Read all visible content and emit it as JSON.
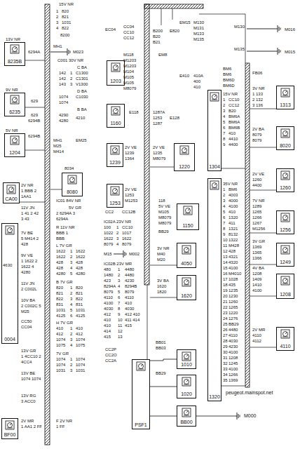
{
  "diagram": {
    "nodes": [
      {
        "text": [
          "8235B"
        ]
      },
      {
        "text": [
          "6235"
        ]
      },
      {
        "text": [
          "1204"
        ]
      },
      {
        "text": [
          "CA00"
        ]
      },
      {
        "text": [
          "0004"
        ]
      },
      {
        "text": [
          "BF00"
        ]
      },
      {
        "text": [
          "8080"
        ]
      },
      {
        "text": [
          "1203"
        ]
      },
      {
        "text": [
          "1160"
        ]
      },
      {
        "text": [
          "1239"
        ]
      },
      {
        "text": [
          "1253"
        ]
      },
      {
        "text": [
          "1220"
        ]
      },
      {
        "text": [
          "1150"
        ]
      },
      {
        "text": [
          "4050"
        ]
      },
      {
        "text": [
          "1620"
        ]
      },
      {
        "text": [
          "1010"
        ]
      },
      {
        "text": [
          "1020"
        ]
      },
      {
        "text": [
          "BB00"
        ]
      },
      {
        "text": [
          "PSF1"
        ]
      },
      {
        "text": [
          "1304"
        ]
      },
      {
        "text": [
          "1320"
        ]
      },
      {
        "text": [
          "1313"
        ]
      },
      {
        "text": [
          "8020"
        ]
      },
      {
        "text": [
          "1260"
        ]
      },
      {
        "text": [
          "1256"
        ]
      },
      {
        "text": [
          "1249"
        ]
      },
      {
        "text": [
          "1208"
        ]
      },
      {
        "text": [
          "4110"
        ]
      },
      {
        "text": [
          "M000"
        ]
      }
    ],
    "edges": [
      {
        "from": 15,
        "to": 18,
        "arrow": "none"
      },
      {
        "from": 16,
        "to": 18,
        "arrow": "none"
      },
      {
        "from": 17,
        "to": 18,
        "arrow": "none"
      },
      {
        "from": 17,
        "to": 28,
        "arrow": "none"
      }
    ],
    "labels": [
      "15V NR",
      "1 2 3 4",
      "820 821 1031 822",
      "8200",
      "MH1",
      "M023",
      "13V NR",
      "6294A",
      "C001 30V NR",
      "C BA",
      "142 142 143",
      "1 2 3",
      "C1300 C1301 V1300",
      "D BA",
      "1074 1074",
      "C1030",
      "B BA",
      "4290 4280",
      "4210",
      "9V NR",
      "629",
      "629",
      "6294B",
      "5V NR",
      "6294B",
      "MH1",
      "EM25",
      "M25",
      "M414",
      "8034",
      "2V NR",
      "1 BBB 2 1AA1",
      "11V JN",
      "1 41 2 42 3 43",
      "7V BE",
      "5 M414 2 428",
      "4630",
      "9V VE",
      "1 1622 2 1622 4 4280",
      "11V JN",
      "2 C002L",
      "10V BA",
      "2 C002C 5 M25",
      "CC50",
      "CC04",
      "13V GR",
      "1 4CC10 2 4CC4",
      "13V BE",
      "1074 1074",
      "13V RG",
      "3 ACC0",
      "2V MR",
      "1 AA1 2 FF",
      "IC01 84V NR",
      "5V GR",
      "2 6294A 3 6294A",
      "R 11V NR",
      "BBB 1 BBB",
      "L 7V GR",
      "1622 1622 428 428 4280",
      "1 2 3 4 5",
      "B 7V GR",
      "820 821 822 831 1031 4125",
      "1 2 3 4 5 6",
      "H 7V GR",
      "410 412 1074 1075",
      "1 2 3 4",
      "7V GR",
      "1074 1074 1031",
      "1 2 3",
      "F 2V NR",
      "1 FF",
      "1622 1622 428 428 4280",
      "820 821 822 831 1031 4125",
      "410 412 1074 1075",
      "1074 1074 1031",
      "EC04",
      "CC04 CC10 CC12",
      "B200",
      "E820",
      "B20",
      "B21",
      "M118 M1203 M1203 M104 M105 M105 M8079",
      "EM8",
      "E118",
      "1287A 1253 1287",
      "E128",
      "2V VE",
      "1239 1364",
      "2V VE",
      "1253 M1253",
      "CC2",
      "CC12B",
      "IC02A 23V NR",
      "100 1022 1622 8079",
      "1 2 3 4",
      "CC10 1017 1622 8079",
      "M15",
      "M002",
      "IC02B 23V MR",
      "480 1480 423 8294A 8079 4110 4100 4030 412 410 410 414 415",
      "1 2 3 4 5 6 7 8 9 10 11 12 13",
      "4480 4480 4230 8294B 8079 4110 410 4030 412 410 411 414 415",
      "CC2P CC2O CC2A",
      "BB01",
      "BB03",
      "BB29",
      "118",
      "5V VE",
      "M105 M8079 M8079",
      "BB29",
      "3V NR",
      "M40 M20",
      "3V BA",
      "1620 1820",
      "2V VE",
      "1235 M8079",
      "EM15",
      "M130 M131 M133 M135",
      "M130",
      "M016",
      "M135",
      "M015",
      "E410",
      "410A 400 410",
      "BM6 BM6 BM6D BM6D",
      "FB06",
      "15V NR",
      "1 2 3 4 5 6 7 8 9",
      "CC10 CC12 B20 BM6A BM6A BM6B 410 4410 4400",
      "3V NR",
      "1 133 2 132 3 136",
      "2V BA",
      "8079 8079",
      "2V VE",
      "1260 4400",
      "7V NR",
      "1289 1265 1266 1267 M1256",
      "3V GR",
      "1369 1365 1366",
      "4V BA",
      "1208 1409 1410 4100",
      "2V MR",
      "4110 4112",
      "35V NR",
      "1 2 3 4 5 6 7 8 9 10 11 12 13 14 15 16 17 18 19 20 21 22 23 24 25 26 27 28 29 30 31 32 33 34 35",
      "BM6 4003 4000 4100 410 1320 411 1321 8132 1322 M428 428 4321 4320 4100 M4010 1028 435 1235 1230 1260 1265 1220 1276 BB29 4480 4110 4030 4230 4100 1208 1245 4100 1266 1369",
      "peugeot.mainspot.net"
    ]
  }
}
